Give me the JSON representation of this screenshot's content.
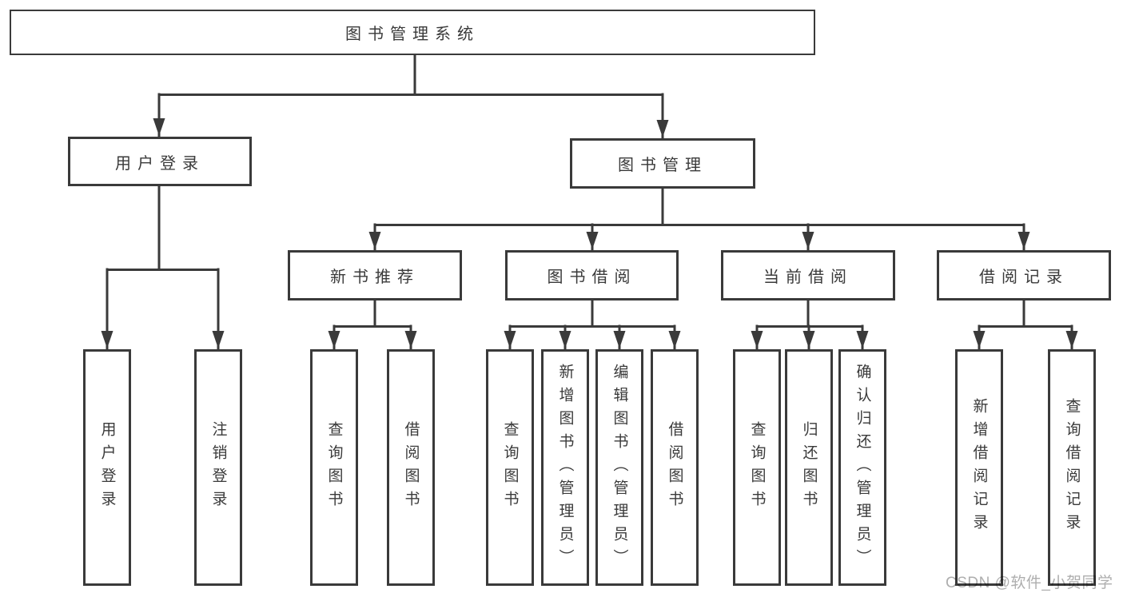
{
  "diagram": {
    "root": {
      "label": "图书管理系统"
    },
    "level2": [
      {
        "label": "用户登录"
      },
      {
        "label": "图书管理"
      }
    ],
    "level3": [
      {
        "label": "新书推荐",
        "parent": "图书管理"
      },
      {
        "label": "图书借阅",
        "parent": "图书管理"
      },
      {
        "label": "当前借阅",
        "parent": "图书管理"
      },
      {
        "label": "借阅记录",
        "parent": "图书管理"
      }
    ],
    "leaves": [
      {
        "label": "用户登录",
        "parent": "用户登录"
      },
      {
        "label": "注销登录",
        "parent": "用户登录"
      },
      {
        "label": "查询图书",
        "parent": "新书推荐"
      },
      {
        "label": "借阅图书",
        "parent": "新书推荐"
      },
      {
        "label": "查询图书",
        "parent": "图书借阅"
      },
      {
        "label": "新增图书（管理员）",
        "parent": "图书借阅"
      },
      {
        "label": "编辑图书（管理员）",
        "parent": "图书借阅"
      },
      {
        "label": "借阅图书",
        "parent": "图书借阅"
      },
      {
        "label": "查询图书",
        "parent": "当前借阅"
      },
      {
        "label": "归还图书",
        "parent": "当前借阅"
      },
      {
        "label": "确认归还（管理员）",
        "parent": "当前借阅"
      },
      {
        "label": "新增借阅记录",
        "parent": "借阅记录"
      },
      {
        "label": "查询借阅记录",
        "parent": "借阅记录"
      }
    ]
  },
  "watermark": {
    "text": "CSDN @软件_小贺同学"
  },
  "colors": {
    "line": "#3a3a3a",
    "text": "#3a3a3a",
    "box_border": "#3a3a3a",
    "watermark": "#aeaeae",
    "background": "#ffffff"
  }
}
